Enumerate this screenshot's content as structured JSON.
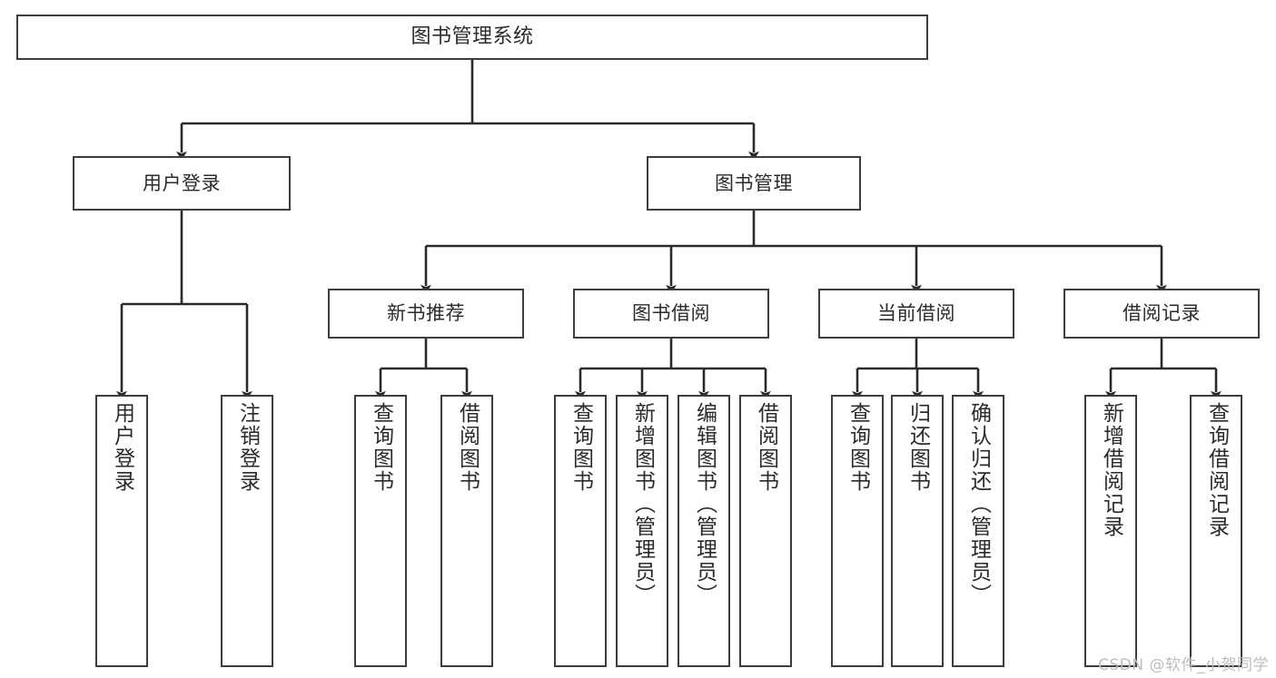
{
  "diagram": {
    "title": "图书管理系统",
    "type": "hierarchy-tree",
    "watermark": "CSDN @软件_小贺同学",
    "colors": {
      "box_border": "#3d3d3d",
      "box_fill": "#ffffff",
      "connector": "#2b2b2b",
      "text": "#2b2b2b",
      "watermark": "#bdbdbd",
      "background": "#ffffff"
    },
    "root": {
      "id": "root",
      "label": "图书管理系统"
    },
    "level2": [
      {
        "id": "n-user-login",
        "label": "用户登录"
      },
      {
        "id": "n-book-manage",
        "label": "图书管理"
      }
    ],
    "level3": [
      {
        "id": "n-new-book-rec",
        "label": "新书推荐",
        "parent": "n-book-manage"
      },
      {
        "id": "n-book-borrow",
        "label": "图书借阅",
        "parent": "n-book-manage"
      },
      {
        "id": "n-current-borrow",
        "label": "当前借阅",
        "parent": "n-book-manage"
      },
      {
        "id": "n-borrow-record",
        "label": "借阅记录",
        "parent": "n-book-manage"
      }
    ],
    "leaves": [
      {
        "id": "leaf-user-login",
        "label": "用户登录",
        "parent": "n-user-login"
      },
      {
        "id": "leaf-user-logout",
        "label": "注销登录",
        "parent": "n-user-login"
      },
      {
        "id": "leaf-query-book-1",
        "label": "查询图书",
        "parent": "n-new-book-rec"
      },
      {
        "id": "leaf-borrow-book-1",
        "label": "借阅图书",
        "parent": "n-new-book-rec"
      },
      {
        "id": "leaf-query-book-2",
        "label": "查询图书",
        "parent": "n-book-borrow"
      },
      {
        "id": "leaf-add-book",
        "label": "新增图书（管理员）",
        "parent": "n-book-borrow"
      },
      {
        "id": "leaf-edit-book",
        "label": "编辑图书（管理员）",
        "parent": "n-book-borrow"
      },
      {
        "id": "leaf-borrow-book-2",
        "label": "借阅图书",
        "parent": "n-book-borrow"
      },
      {
        "id": "leaf-query-book-3",
        "label": "查询图书",
        "parent": "n-current-borrow"
      },
      {
        "id": "leaf-return-book",
        "label": "归还图书",
        "parent": "n-current-borrow"
      },
      {
        "id": "leaf-confirm-return",
        "label": "确认归还（管理员）",
        "parent": "n-current-borrow"
      },
      {
        "id": "leaf-add-record",
        "label": "新增借阅记录",
        "parent": "n-borrow-record"
      },
      {
        "id": "leaf-query-record",
        "label": "查询借阅记录",
        "parent": "n-borrow-record"
      }
    ]
  }
}
